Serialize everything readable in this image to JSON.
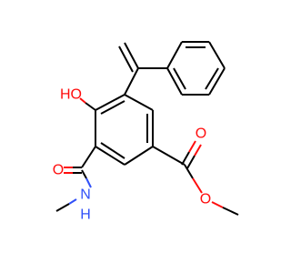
{
  "atoms": {
    "hydroxyl": {
      "text": "HO",
      "color": "#ff0d0d"
    },
    "amide_carbonyl_o": {
      "text": "O",
      "color": "#ff0d0d"
    },
    "amide_nh": {
      "text": "N",
      "h_text": "H",
      "color": "#3050f8"
    },
    "ester_carbonyl_o": {
      "text": "O",
      "color": "#ff0d0d"
    },
    "ester_ether_o": {
      "text": "O",
      "color": "#ff0d0d"
    }
  },
  "colors": {
    "bond": "#000000",
    "oxygen": "#ff0d0d",
    "nitrogen": "#3050f8"
  }
}
